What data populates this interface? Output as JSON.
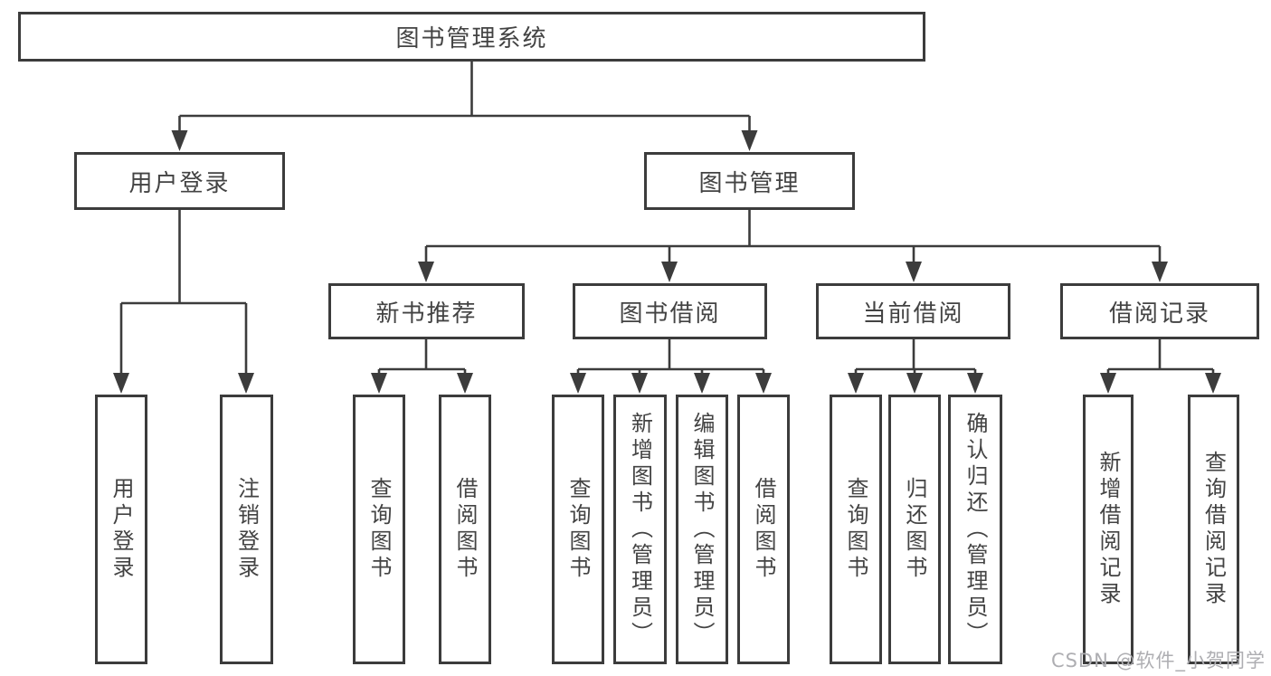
{
  "diagram_type": "hierarchy-tree",
  "colors": {
    "line": "#3c3c3c",
    "box_border": "#3c3c3c",
    "box_fill": "#ffffff",
    "text": "#434343",
    "watermark": "#aeaeb2",
    "background": "#ffffff"
  },
  "hierarchy": {
    "root": "图书管理系统",
    "children": [
      {
        "label": "用户登录",
        "children": [
          "用户登录",
          "注销登录"
        ]
      },
      {
        "label": "图书管理",
        "children": [
          {
            "label": "新书推荐",
            "children": [
              "查询图书",
              "借阅图书"
            ]
          },
          {
            "label": "图书借阅",
            "children": [
              "查询图书",
              "新增图书（管理员）",
              "编辑图书（管理员）",
              "借阅图书"
            ]
          },
          {
            "label": "当前借阅",
            "children": [
              "查询图书",
              "归还图书",
              "确认归还（管理员）"
            ]
          },
          {
            "label": "借阅记录",
            "children": [
              "新增借阅记录",
              "查询借阅记录"
            ]
          }
        ]
      }
    ]
  },
  "watermark": {
    "text": "CSDN @软件_小贺同学"
  }
}
